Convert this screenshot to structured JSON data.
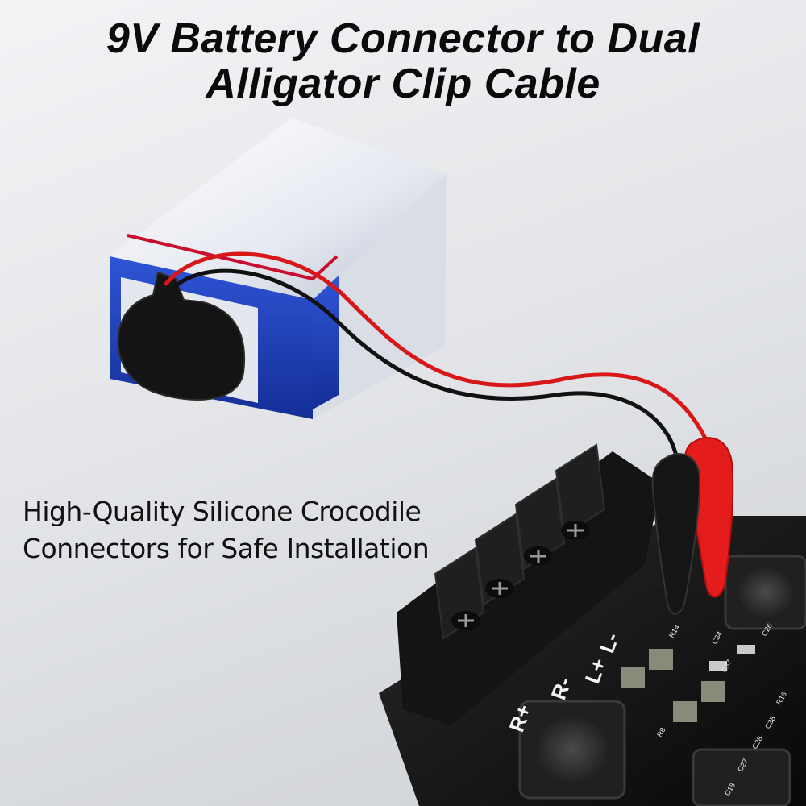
{
  "headline": {
    "line1": "9V Battery Connector to Dual",
    "line2": "Alligator Clip Cable"
  },
  "feature_text": {
    "line1": "High-Quality Silicone Crocodile",
    "line2": "Connectors for Safe Installation"
  },
  "board_labels": {
    "terminal_1": "L-",
    "terminal_2": "L+",
    "terminal_3": "R-",
    "terminal_4": "R+",
    "components": [
      "R14",
      "C34",
      "C37",
      "R16",
      "C38",
      "C28",
      "C27",
      "C18",
      "R8",
      "C26"
    ]
  },
  "colors": {
    "battery_blue": "#1d3fb8",
    "battery_silver": "#e8ebf2",
    "wire_red": "#d81818",
    "wire_black": "#111111",
    "clip_red": "#e51c1c",
    "clip_black": "#151515",
    "pcb_black": "#121212"
  }
}
